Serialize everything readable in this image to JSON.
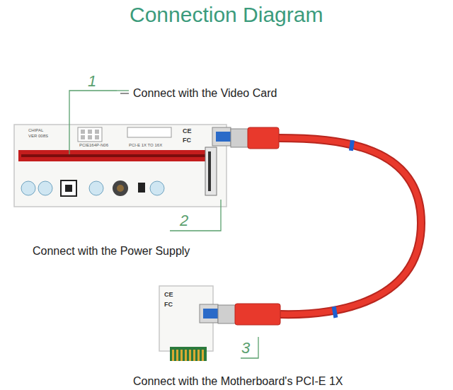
{
  "diagram": {
    "title": "Connection Diagram",
    "labels": [
      "1",
      "Connect with the Video Card",
      "2",
      "Connect with the Power Supply",
      "3",
      "Connect with the Motherboard's PCI-E 1X",
      "CHIPAL",
      "VER 008S",
      "PCIE164P-N06",
      "PCI-E 1X TO 16X",
      "CE",
      "FC",
      "CE",
      "FC"
    ]
  }
}
